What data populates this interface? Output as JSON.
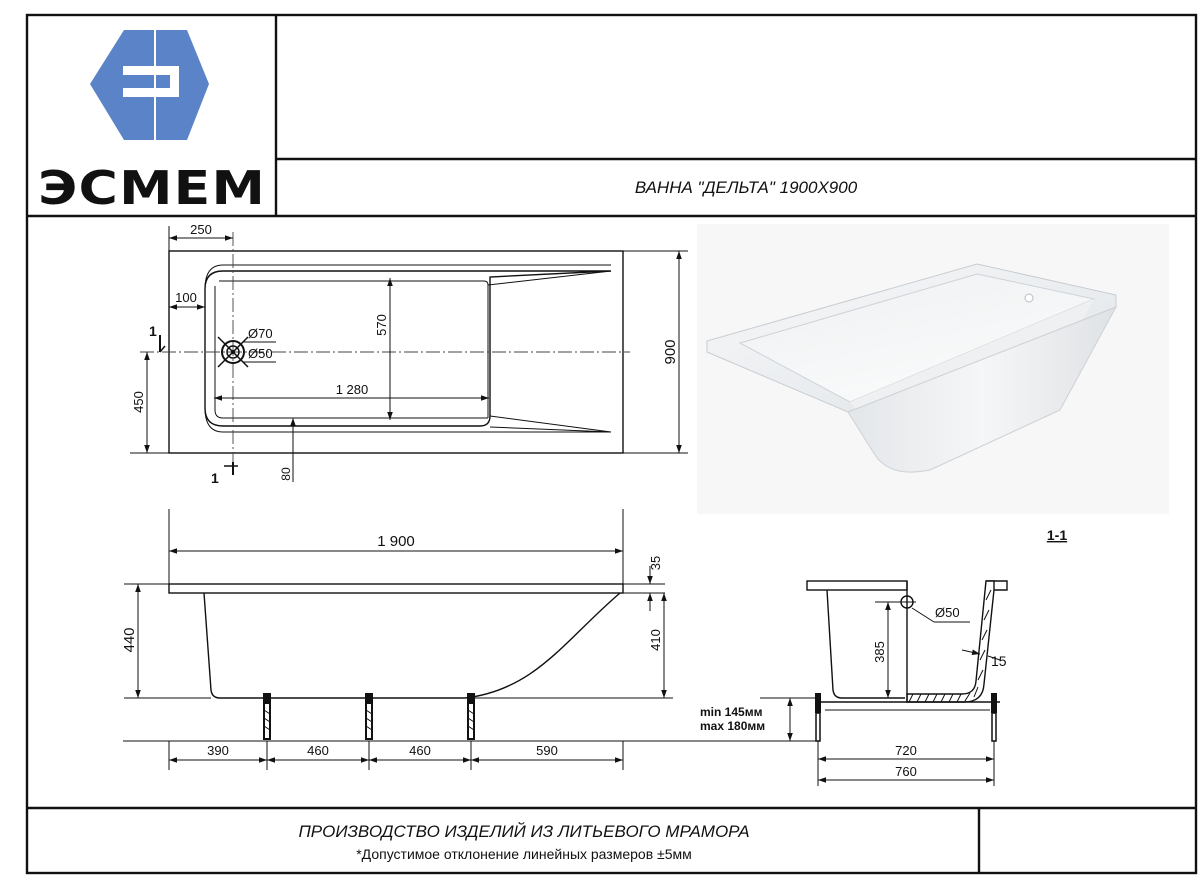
{
  "brand": {
    "name": "ЭСМЕМ",
    "logo_color": "#5B84C8"
  },
  "title_block": {
    "product_title": "ВАННА \"ДЕЛЬТА\" 1900Х900"
  },
  "footer": {
    "production_line": "ПРОИЗВОДСТВО ИЗДЕЛИЙ ИЗ ЛИТЬЕВОГО МРАМОРА",
    "tolerance_note": "*Допустимое отклонение линейных размеров ±5мм"
  },
  "plan_view": {
    "dims": {
      "d250": "250",
      "d100": "100",
      "d570": "570",
      "d1280": "1 280",
      "d450": "450",
      "d900": "900",
      "d80": "80",
      "dia70": "Ø70",
      "dia50": "Ø50",
      "cut_left": "1",
      "cut_bottom": "1"
    }
  },
  "side_view": {
    "dims": {
      "d1900": "1 900",
      "d35": "35",
      "d440": "440",
      "d410": "410",
      "d390": "390",
      "d460a": "460",
      "d460b": "460",
      "d590": "590",
      "min_leg": "min 145мм",
      "max_leg": "max 180мм"
    }
  },
  "section_view": {
    "label": "1-1",
    "dims": {
      "dia50": "Ø50",
      "d385": "385",
      "d15": "15",
      "d720": "720",
      "d760": "760"
    }
  }
}
